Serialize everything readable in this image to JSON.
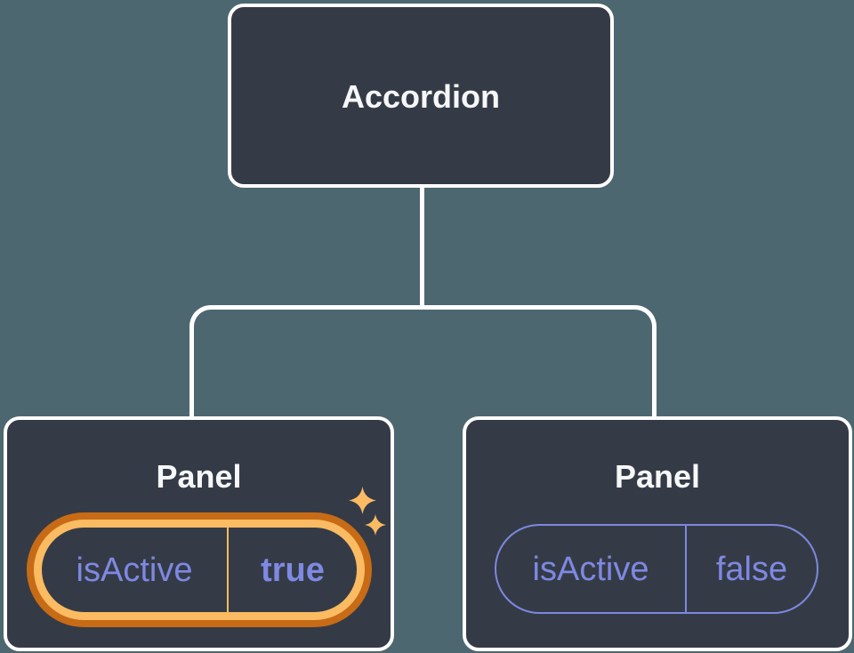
{
  "diagram": {
    "description": "React component tree showing state",
    "root": {
      "label": "Accordion"
    },
    "children": [
      {
        "label": "Panel",
        "state": {
          "key": "isActive",
          "value": "true"
        },
        "highlighted": true,
        "decoration": "sparkles-icon"
      },
      {
        "label": "Panel",
        "state": {
          "key": "isActive",
          "value": "false"
        },
        "highlighted": false
      }
    ]
  },
  "colors": {
    "background": "#4D6770",
    "node_fill": "#353B46",
    "node_border": "#FFFFFF",
    "connector": "#FFFFFF",
    "highlight_ring_dark": "#C76B16",
    "highlight_ring_light": "#FABB62",
    "state_text": "#7E89E3",
    "plain_pill_border": "#7C88DF",
    "title_text": "#F6F7F9"
  }
}
